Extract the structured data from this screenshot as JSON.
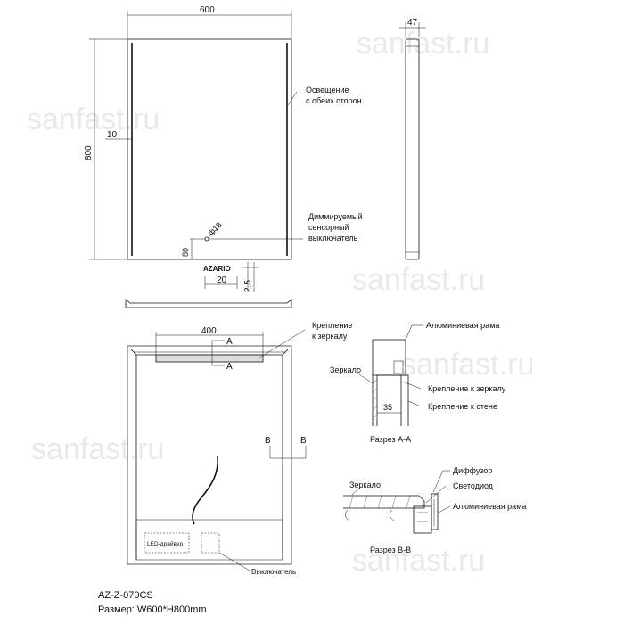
{
  "watermarks": [
    "sanfast.ru",
    "sanfast.ru",
    "sanfast.ru",
    "sanfast.ru",
    "sanfast.ru",
    "sanfast.ru"
  ],
  "front_view": {
    "width_dim": "600",
    "height_dim": "800",
    "offset_dim": "10",
    "lighting_label": [
      "Освещение",
      "с обеих сторон"
    ],
    "dimmer_label": [
      "Диммируемый",
      "сенсорный",
      "выключатель"
    ],
    "switch_dia": "ф18",
    "switch_offset_v": "80",
    "logo": "AZARIO",
    "logo_dim": "20",
    "bottom_dim": "2,5"
  },
  "side_view": {
    "depth_dim": "47"
  },
  "back_view": {
    "bracket_dim": "400",
    "mount_label": [
      "Крепление",
      "к зеркалу"
    ],
    "section_a": "A",
    "section_b": "B",
    "driver_label": "LED-драйвер",
    "switch_label": "Выключатель"
  },
  "section_aa": {
    "frame_label": "Алюминиевая рама",
    "mirror_label": "Зеркало",
    "mirror_mount_label": "Крепление к зеркалу",
    "wall_mount_label": "Крепление к стене",
    "dim": "35",
    "title": "Разрез А-А"
  },
  "section_bb": {
    "diffuser_label": "Диффузор",
    "mirror_label": "Зеркало",
    "led_label": "Светодиод",
    "frame_label": "Алюминиевая рама",
    "title": "Разрез В-В"
  },
  "footer": {
    "model": "AZ-Z-070CS",
    "size": "Размер: W600*H800mm"
  }
}
